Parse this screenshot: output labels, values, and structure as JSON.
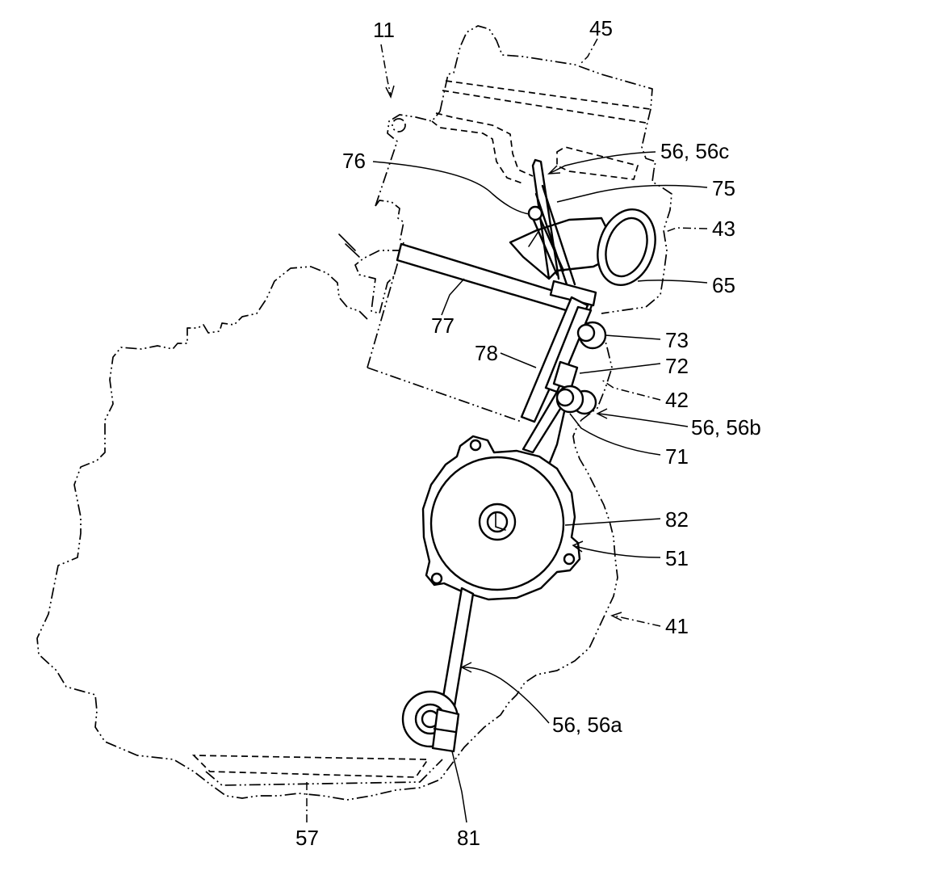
{
  "figure": {
    "labels": {
      "l11": "11",
      "l45": "45",
      "l56c": "56, 56c",
      "l76": "76",
      "l75": "75",
      "l43": "43",
      "l65": "65",
      "l77": "77",
      "l73": "73",
      "l78": "78",
      "l72": "72",
      "l42": "42",
      "l56b": "56, 56b",
      "l71": "71",
      "l82": "82",
      "l51": "51",
      "l41": "41",
      "l56a": "56, 56a",
      "l57": "57",
      "l81": "81"
    }
  }
}
